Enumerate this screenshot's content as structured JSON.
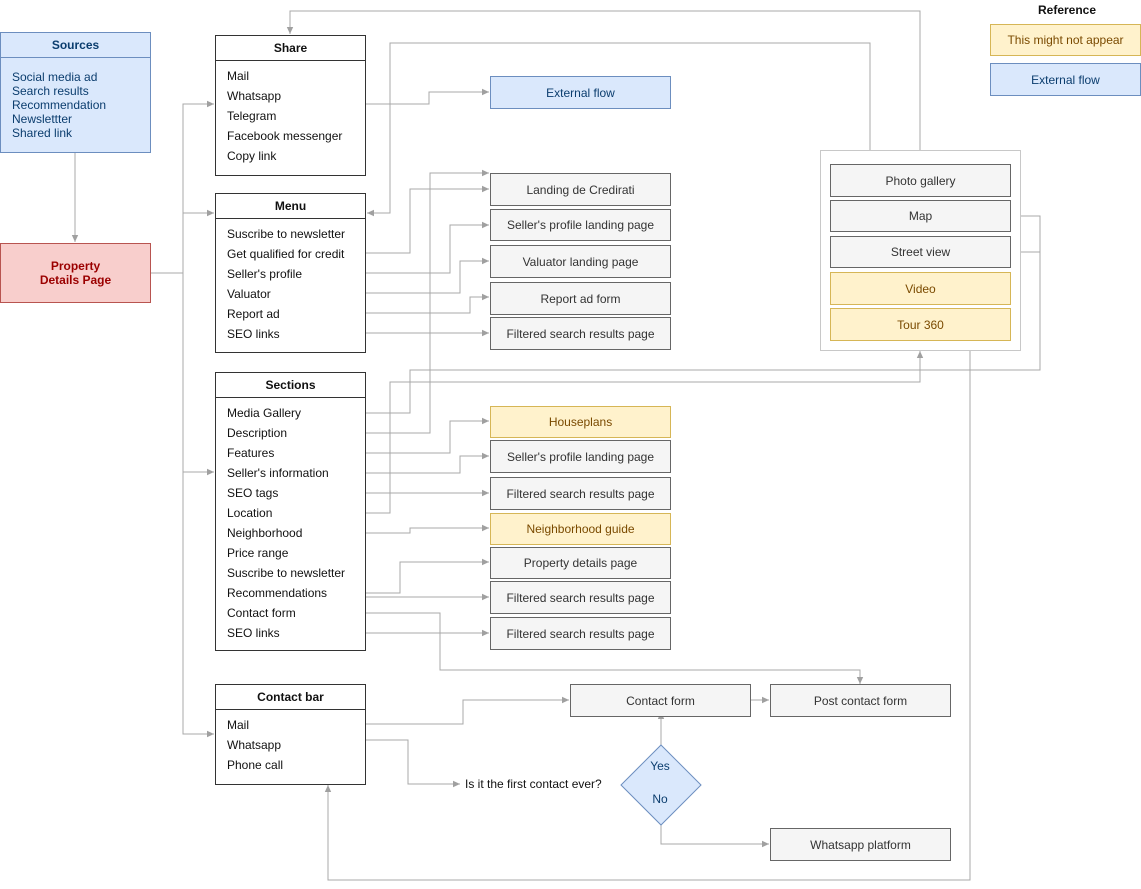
{
  "reference": {
    "title": "Reference",
    "maybe_label": "This might not appear",
    "external_label": "External flow"
  },
  "sources": {
    "title": "Sources",
    "items": [
      "Social media ad",
      "Search results",
      "Recommendation",
      "Newslettter",
      "Shared link"
    ]
  },
  "property_page": {
    "label": "Property\nDetails Page"
  },
  "share": {
    "title": "Share",
    "items": [
      "Mail",
      "Whatsapp",
      "Telegram",
      "Facebook messenger",
      "Copy link"
    ]
  },
  "menu": {
    "title": "Menu",
    "items": [
      "Suscribe to newsletter",
      "Get qualified for credit",
      "Seller's profile",
      "Valuator",
      "Report ad",
      "SEO links"
    ]
  },
  "sections": {
    "title": "Sections",
    "items": [
      "Media Gallery",
      "Description",
      "Features",
      "Seller's information",
      "SEO tags",
      "Location",
      "Neighborhood",
      "Price range",
      "Suscribe to newsletter",
      "Recommendations",
      "Contact form",
      "SEO links"
    ]
  },
  "contact_bar": {
    "title": "Contact bar",
    "items": [
      "Mail",
      "Whatsapp",
      "Phone call"
    ]
  },
  "targets": {
    "external_flow": "External flow",
    "landing_crediti": "Landing de Credirati",
    "seller_landing_1": "Seller's profile landing page",
    "valuator_landing": "Valuator landing page",
    "report_ad_form": "Report ad form",
    "filtered_1": "Filtered search results page",
    "houseplans": "Houseplans",
    "seller_landing_2": "Seller's profile landing page",
    "filtered_2": "Filtered search results page",
    "neighborhood_guide": "Neighborhood guide",
    "property_details": "Property details page",
    "filtered_3": "Filtered search results page",
    "filtered_4": "Filtered search results page",
    "contact_form": "Contact form",
    "post_contact_form": "Post contact form",
    "whatsapp_platform": "Whatsapp platform"
  },
  "gallery": {
    "photo_gallery": "Photo gallery",
    "map": "Map",
    "street_view": "Street view",
    "video": "Video",
    "tour_360": "Tour 360"
  },
  "decision": {
    "question": "Is it the first contact ever?",
    "yes": "Yes",
    "no": "No"
  },
  "colors": {
    "line": "#9e9e9e",
    "external_fill": "#dae8fc",
    "maybe_fill": "#fff2cc",
    "start_fill": "#f8cecc"
  }
}
